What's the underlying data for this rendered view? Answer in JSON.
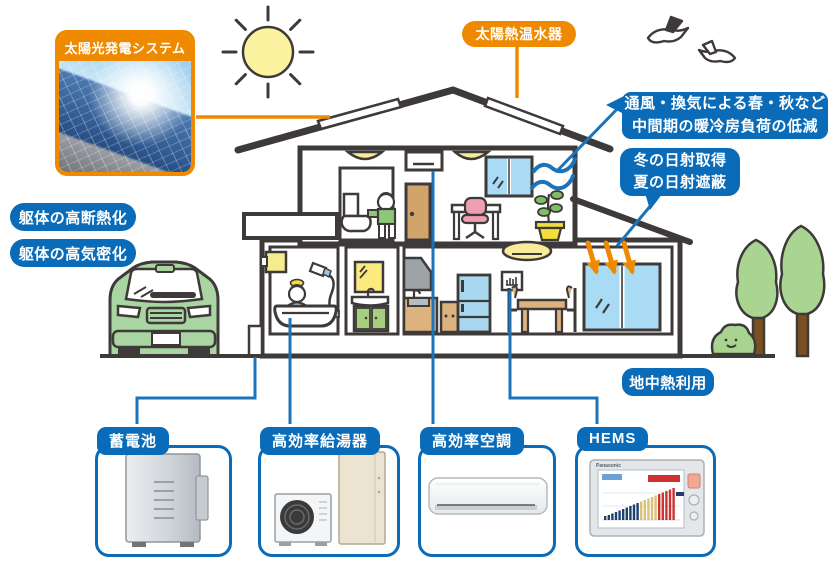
{
  "callouts": {
    "solar_pv_system": "太陽光発電システム",
    "solar_water_heater": "太陽熱温水器",
    "ventilation_line1": "通風・換気による春・秋など",
    "ventilation_line2": "中間期の暖冷房負荷の低減",
    "solar_gain_line1": "冬の日射取得",
    "solar_gain_line2": "夏の日射遮蔽",
    "high_insulation": "躯体の高断熱化",
    "high_airtightness": "躯体の高気密化",
    "geothermal": "地中熱利用"
  },
  "equipment_cards": [
    {
      "label": "蓄電池"
    },
    {
      "label": "高効率給湯器"
    },
    {
      "label": "高効率空調"
    },
    {
      "label": "HEMS",
      "device_brand": "Panasonic"
    }
  ],
  "colors": {
    "callout_blue": "#0a6cb8",
    "accent_orange": "#ef8a00",
    "connector_blue": "#1b73b9",
    "line_dark": "#3e3a39"
  }
}
